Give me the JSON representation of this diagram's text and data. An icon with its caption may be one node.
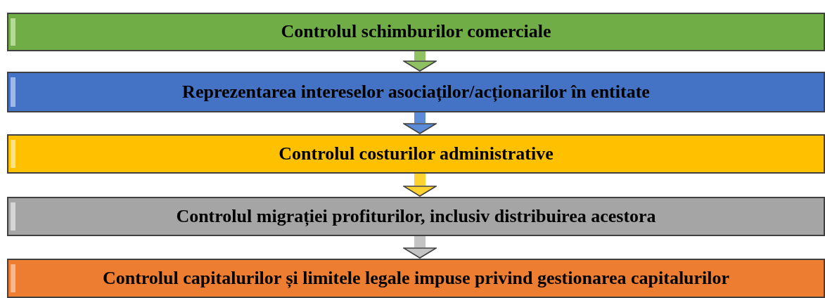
{
  "diagram": {
    "nodes": [
      {
        "text": [
          "Controlul schimburilor comerciale"
        ]
      },
      {
        "text": [
          "Reprezentarea intereselor asociaților/acționarilor în entitate"
        ]
      },
      {
        "text": [
          "Controlul costurilor administrative"
        ]
      },
      {
        "text": [
          "Controlul migrației profiturilor, inclusiv distribuirea acestora"
        ]
      },
      {
        "text": [
          "Controlul capitalurilor și limitele legale impuse privind gestionarea capitalurilor"
        ]
      }
    ],
    "edges": [
      {
        "from": 0,
        "to": 1,
        "arrow": "to",
        "color": "#8fc160"
      },
      {
        "from": 1,
        "to": 2,
        "arrow": "to",
        "color": "#5b8ad6"
      },
      {
        "from": 2,
        "to": 3,
        "arrow": "to",
        "color": "#ffd22e"
      },
      {
        "from": 3,
        "to": 4,
        "arrow": "to",
        "color": "#c4c4c4"
      }
    ]
  }
}
